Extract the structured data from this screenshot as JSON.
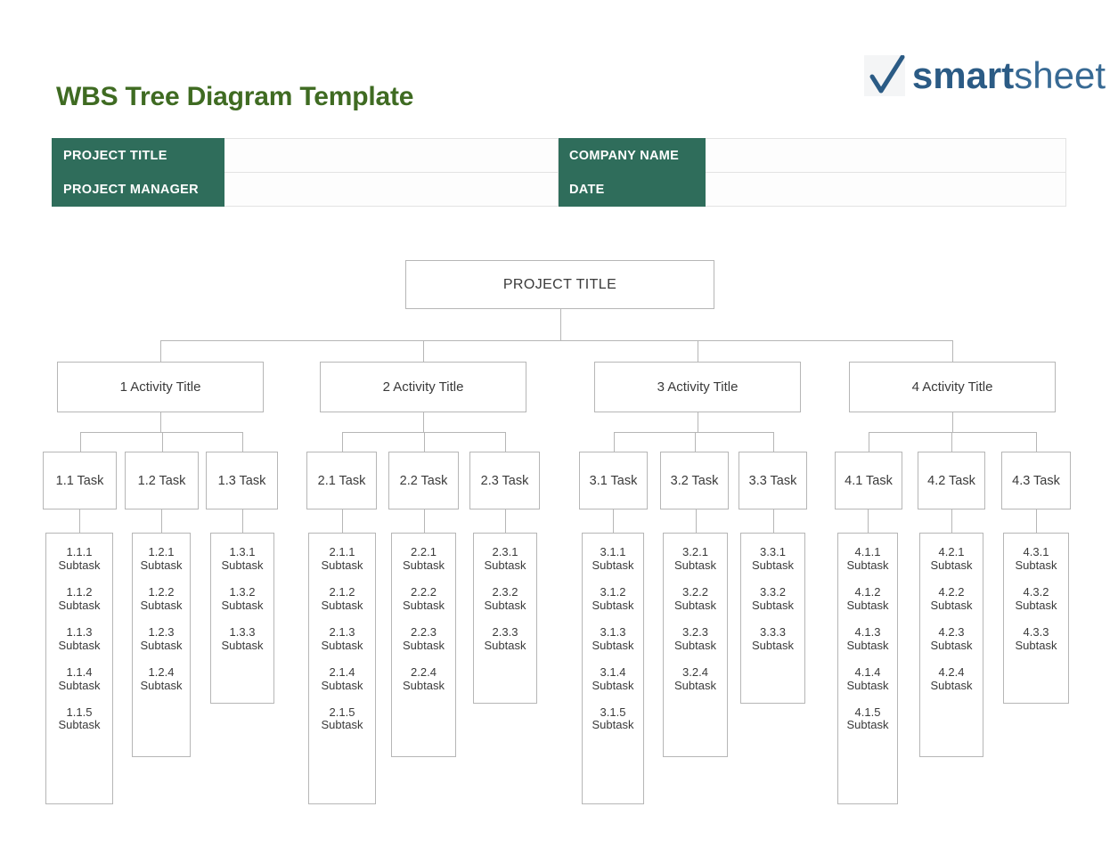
{
  "page": {
    "title": "WBS Tree Diagram Template",
    "title_color": "#3f6b22",
    "accent_green": "#2f6d5b",
    "border_gray": "#b6b6b6"
  },
  "brand": {
    "name_bold": "smart",
    "name_light": "sheet",
    "icon": "checkmark-icon",
    "color": "#2b5b85"
  },
  "info_table": {
    "rows": [
      {
        "label_left": "PROJECT TITLE",
        "value_left": "",
        "label_right": "COMPANY NAME",
        "value_right": ""
      },
      {
        "label_left": "PROJECT MANAGER",
        "value_left": "",
        "label_right": "DATE",
        "value_right": ""
      }
    ]
  },
  "tree": {
    "root": "PROJECT TITLE",
    "activities": [
      {
        "label": "1 Activity Title",
        "tasks": [
          {
            "label": "1.1 Task",
            "subtasks": [
              "1.1.1\nSubtask",
              "1.1.2\nSubtask",
              "1.1.3\nSubtask",
              "1.1.4\nSubtask",
              "1.1.5\nSubtask"
            ]
          },
          {
            "label": "1.2 Task",
            "subtasks": [
              "1.2.1\nSubtask",
              "1.2.2\nSubtask",
              "1.2.3\nSubtask",
              "1.2.4\nSubtask"
            ]
          },
          {
            "label": "1.3 Task",
            "subtasks": [
              "1.3.1\nSubtask",
              "1.3.2\nSubtask",
              "1.3.3\nSubtask"
            ]
          }
        ]
      },
      {
        "label": "2 Activity Title",
        "tasks": [
          {
            "label": "2.1 Task",
            "subtasks": [
              "2.1.1\nSubtask",
              "2.1.2\nSubtask",
              "2.1.3\nSubtask",
              "2.1.4\nSubtask",
              "2.1.5\nSubtask"
            ]
          },
          {
            "label": "2.2 Task",
            "subtasks": [
              "2.2.1\nSubtask",
              "2.2.2\nSubtask",
              "2.2.3\nSubtask",
              "2.2.4\nSubtask"
            ]
          },
          {
            "label": "2.3 Task",
            "subtasks": [
              "2.3.1\nSubtask",
              "2.3.2\nSubtask",
              "2.3.3\nSubtask"
            ]
          }
        ]
      },
      {
        "label": "3 Activity Title",
        "tasks": [
          {
            "label": "3.1 Task",
            "subtasks": [
              "3.1.1\nSubtask",
              "3.1.2\nSubtask",
              "3.1.3\nSubtask",
              "3.1.4\nSubtask",
              "3.1.5\nSubtask"
            ]
          },
          {
            "label": "3.2 Task",
            "subtasks": [
              "3.2.1\nSubtask",
              "3.2.2\nSubtask",
              "3.2.3\nSubtask",
              "3.2.4\nSubtask"
            ]
          },
          {
            "label": "3.3 Task",
            "subtasks": [
              "3.3.1\nSubtask",
              "3.3.2\nSubtask",
              "3.3.3\nSubtask"
            ]
          }
        ]
      },
      {
        "label": "4 Activity Title",
        "tasks": [
          {
            "label": "4.1 Task",
            "subtasks": [
              "4.1.1\nSubtask",
              "4.1.2\nSubtask",
              "4.1.3\nSubtask",
              "4.1.4\nSubtask",
              "4.1.5\nSubtask"
            ]
          },
          {
            "label": "4.2 Task",
            "subtasks": [
              "4.2.1\nSubtask",
              "4.2.2\nSubtask",
              "4.2.3\nSubtask",
              "4.2.4\nSubtask"
            ]
          },
          {
            "label": "4.3 Task",
            "subtasks": [
              "4.3.1\nSubtask",
              "4.3.2\nSubtask",
              "4.3.3\nSubtask"
            ]
          }
        ]
      }
    ]
  }
}
